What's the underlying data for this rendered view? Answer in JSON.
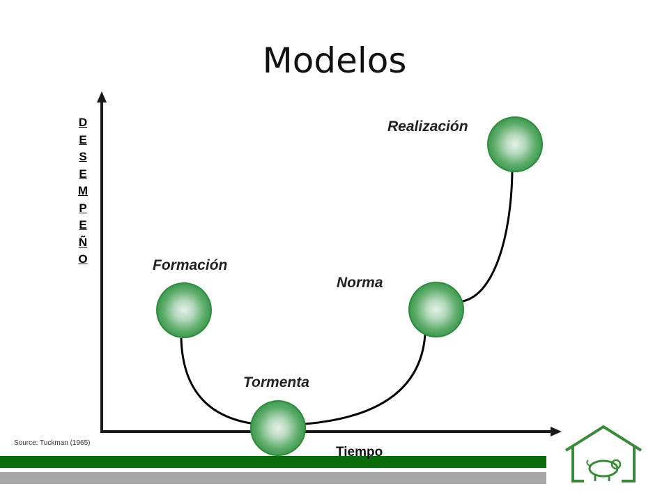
{
  "title": "Modelos",
  "y_axis_label": "DESEMPEÑO",
  "x_axis_label": "Tiempo",
  "source": "Source: Tuckman (1965)",
  "stages": [
    {
      "label": "Formación"
    },
    {
      "label": "Tormenta"
    },
    {
      "label": "Norma"
    },
    {
      "label": "Realización"
    }
  ],
  "colors": {
    "node_fill": "#4aa35a",
    "node_stroke": "#2e8b3e",
    "axis": "#1a1a1a",
    "green_bar": "#0a6b0a",
    "gray_bar": "#a7a7a7",
    "logo": "#3a8a3a"
  },
  "logo": {
    "icon": "house-with-pig-logo"
  }
}
